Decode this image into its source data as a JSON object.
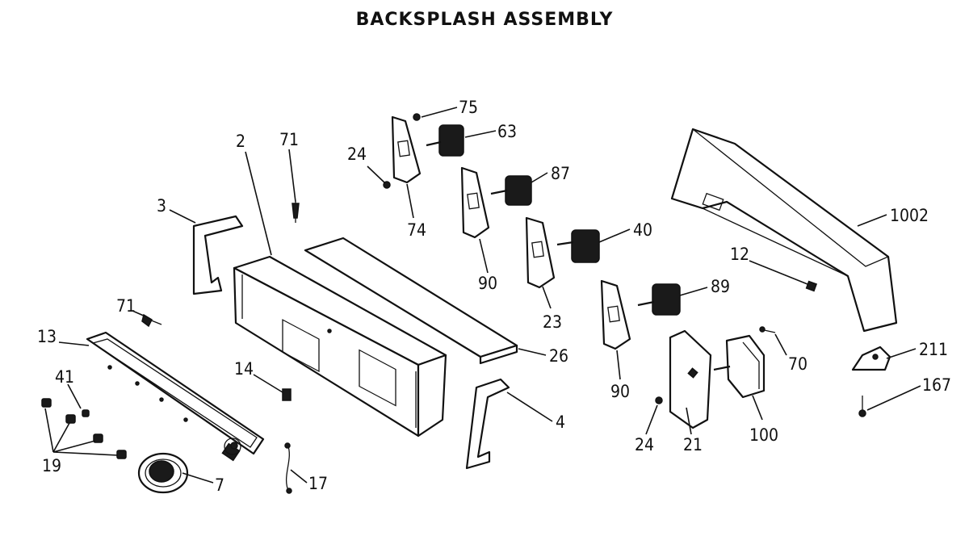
{
  "title": "BACKSPLASH ASSEMBLY",
  "callouts": [
    {
      "id": "2",
      "label": "2"
    },
    {
      "id": "3",
      "label": "3"
    },
    {
      "id": "4",
      "label": "4"
    },
    {
      "id": "7",
      "label": "7"
    },
    {
      "id": "12",
      "label": "12"
    },
    {
      "id": "13",
      "label": "13"
    },
    {
      "id": "14",
      "label": "14"
    },
    {
      "id": "17",
      "label": "17"
    },
    {
      "id": "19",
      "label": "19"
    },
    {
      "id": "21",
      "label": "21"
    },
    {
      "id": "23",
      "label": "23"
    },
    {
      "id": "24a",
      "label": "24"
    },
    {
      "id": "24b",
      "label": "24"
    },
    {
      "id": "26",
      "label": "26"
    },
    {
      "id": "40",
      "label": "40"
    },
    {
      "id": "41",
      "label": "41"
    },
    {
      "id": "63",
      "label": "63"
    },
    {
      "id": "70",
      "label": "70"
    },
    {
      "id": "71a",
      "label": "71"
    },
    {
      "id": "71b",
      "label": "71"
    },
    {
      "id": "74",
      "label": "74"
    },
    {
      "id": "75",
      "label": "75"
    },
    {
      "id": "87",
      "label": "87"
    },
    {
      "id": "89",
      "label": "89"
    },
    {
      "id": "90a",
      "label": "90"
    },
    {
      "id": "90b",
      "label": "90"
    },
    {
      "id": "100",
      "label": "100"
    },
    {
      "id": "167",
      "label": "167"
    },
    {
      "id": "211",
      "label": "211"
    },
    {
      "id": "1002",
      "label": "1002"
    }
  ]
}
